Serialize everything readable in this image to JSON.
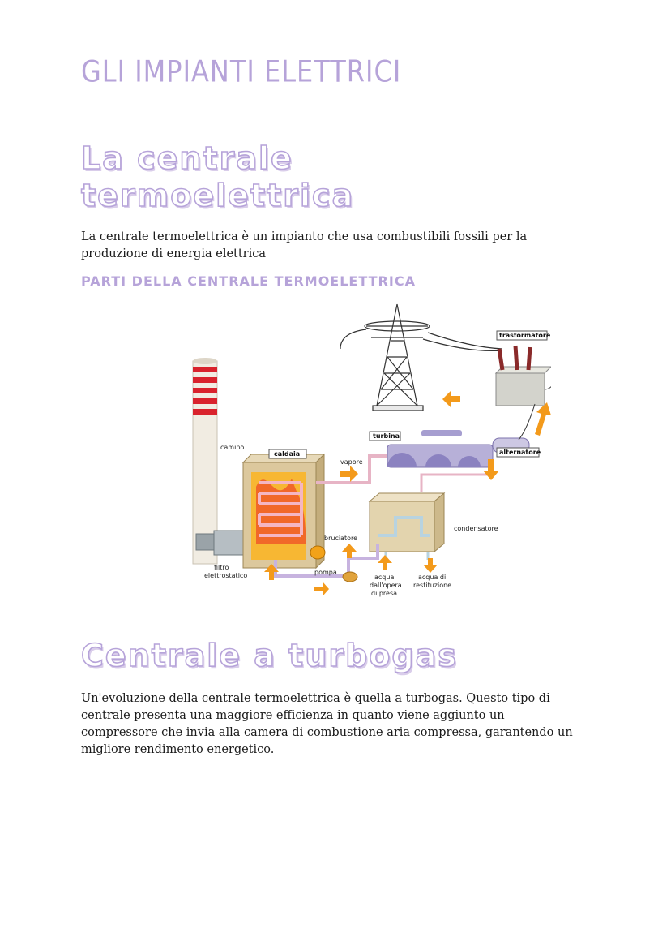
{
  "document": {
    "title": "GLI IMPIANTI ELETTRICI",
    "section1": {
      "heading_line1": "La centrale",
      "heading_line2": "termoelettrica",
      "body": "La centrale termoelettrica è un impianto che usa combustibili fossili per la produzione di energia elettrica",
      "subheading": "PARTI DELLA CENTRALE TERMOELETTRICA"
    },
    "diagram": {
      "labels": {
        "camino": "camino",
        "caldaia": "caldaia",
        "vapore": "vapore",
        "turbina": "turbina",
        "trasformatore": "trasformatore",
        "alternatore": "alternatore",
        "condensatore": "condensatore",
        "bruciatore": "bruciatore",
        "pompa": "pompa",
        "filtro_line1": "filtro",
        "filtro_line2": "elettrostatico",
        "acqua_presa_line1": "acqua",
        "acqua_presa_line2": "dall'opera",
        "acqua_presa_line3": "di presa",
        "acqua_rest_line1": "acqua di",
        "acqua_rest_line2": "restituzione"
      }
    },
    "section2": {
      "heading": "Centrale a turbogas",
      "body": "Un'evoluzione della centrale termoelettrica è quella a turbogas. Questo tipo di centrale presenta una maggiore efficienza in quanto viene aggiunto un compressore che invia alla camera di combustione aria compressa, garantendo un migliore rendimento energetico."
    }
  }
}
